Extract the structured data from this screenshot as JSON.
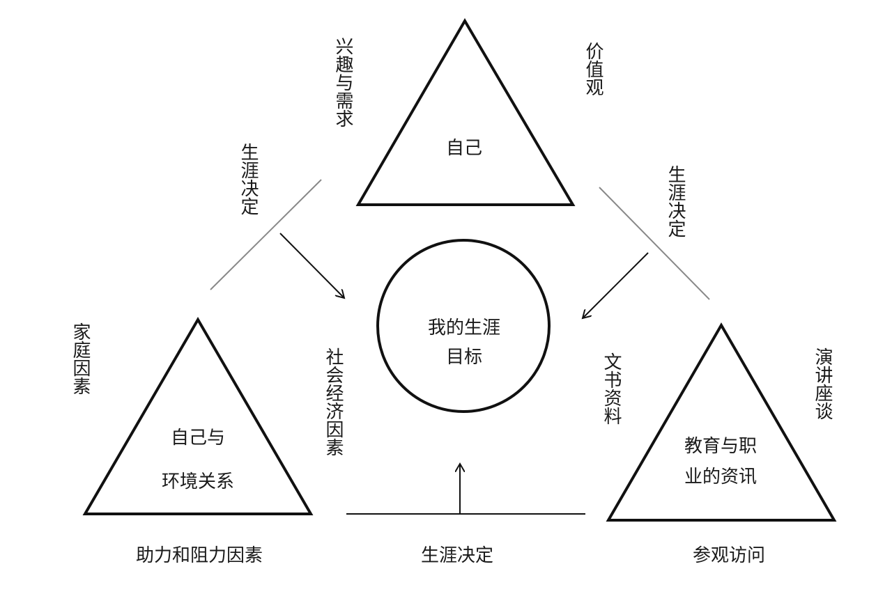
{
  "diagram": {
    "top_triangle": {
      "label": "自己"
    },
    "top_left_note": "兴趣与需求",
    "top_right_note": "价值观",
    "left_triangle": {
      "line1": "自己与",
      "line2": "环境关系"
    },
    "left_outer_note": "家庭因素",
    "left_inner_note": "社会经济因素",
    "left_caption": "助力和阻力因素",
    "right_triangle": {
      "line1": "教育与职",
      "line2": "业的资讯"
    },
    "right_inner_note": "文书资料",
    "right_outer_note": "演讲座谈",
    "right_caption": "参观访问",
    "center_circle": {
      "line1": "我的生涯",
      "line2": "目标"
    },
    "decision_left": "生涯决定",
    "decision_right": "生涯决定",
    "decision_bottom": "生涯决定"
  }
}
